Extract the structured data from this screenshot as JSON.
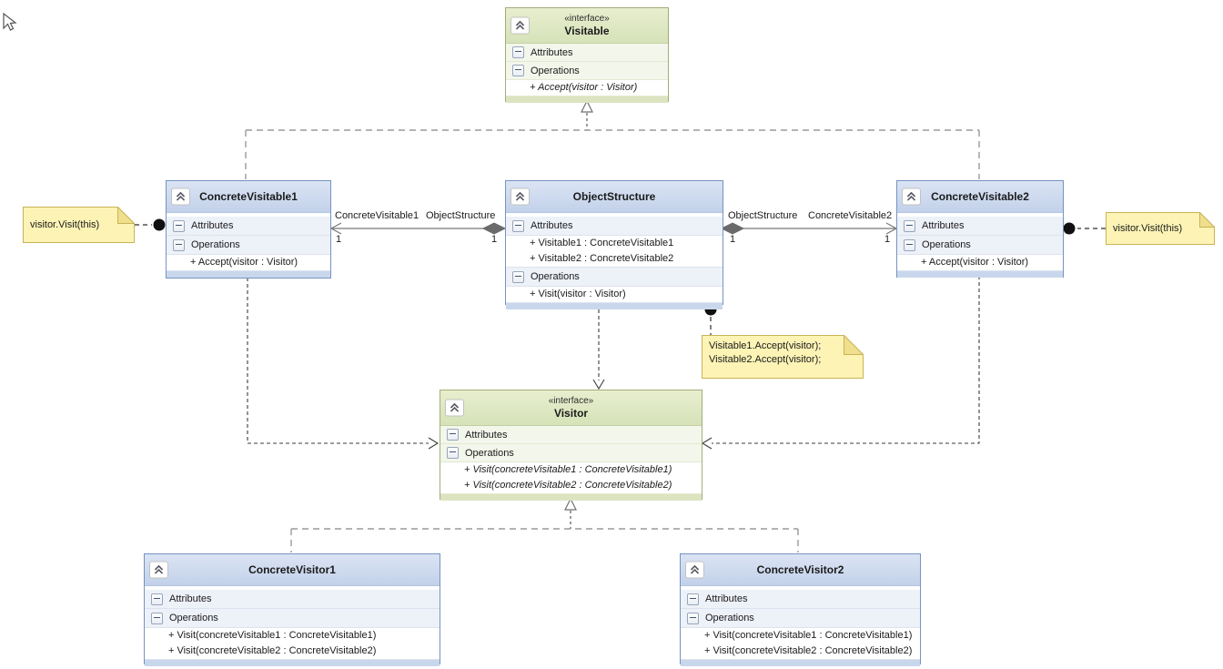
{
  "classes": {
    "visitable": {
      "stereotype": "«interface»",
      "name": "Visitable",
      "attributes_label": "Attributes",
      "operations_label": "Operations",
      "operations": [
        "+ Accept(visitor : Visitor)"
      ]
    },
    "concreteVisitable1": {
      "name": "ConcreteVisitable1",
      "attributes_label": "Attributes",
      "operations_label": "Operations",
      "operations": [
        "+ Accept(visitor : Visitor)"
      ]
    },
    "objectStructure": {
      "name": "ObjectStructure",
      "attributes_label": "Attributes",
      "attributes": [
        "+ Visitable1 : ConcreteVisitable1",
        "+ Visitable2 : ConcreteVisitable2"
      ],
      "operations_label": "Operations",
      "operations": [
        "+ Visit(visitor : Visitor)"
      ]
    },
    "concreteVisitable2": {
      "name": "ConcreteVisitable2",
      "attributes_label": "Attributes",
      "operations_label": "Operations",
      "operations": [
        "+ Accept(visitor : Visitor)"
      ]
    },
    "visitor": {
      "stereotype": "«interface»",
      "name": "Visitor",
      "attributes_label": "Attributes",
      "operations_label": "Operations",
      "operations": [
        "+ Visit(concreteVisitable1 : ConcreteVisitable1)",
        "+ Visit(concreteVisitable2 : ConcreteVisitable2)"
      ]
    },
    "concreteVisitor1": {
      "name": "ConcreteVisitor1",
      "attributes_label": "Attributes",
      "operations_label": "Operations",
      "operations": [
        "+ Visit(concreteVisitable1 : ConcreteVisitable1)",
        "+ Visit(concreteVisitable2 : ConcreteVisitable2)"
      ]
    },
    "concreteVisitor2": {
      "name": "ConcreteVisitor2",
      "attributes_label": "Attributes",
      "operations_label": "Operations",
      "operations": [
        "+ Visit(concreteVisitable1 : ConcreteVisitable1)",
        "+ Visit(concreteVisitable2 : ConcreteVisitable2)"
      ]
    }
  },
  "notes": {
    "left": {
      "text": "visitor.Visit(this)"
    },
    "right": {
      "text": "visitor.Visit(this)"
    },
    "middle": {
      "line1": "Visitable1.Accept(visitor);",
      "line2": "Visitable2.Accept(visitor);"
    }
  },
  "associations": {
    "left": {
      "role_left": "ConcreteVisitable1",
      "role_right": "ObjectStructure",
      "mult_left": "1",
      "mult_right": "1"
    },
    "right": {
      "role_left": "ObjectStructure",
      "role_right": "ConcreteVisitable2",
      "mult_left": "1",
      "mult_right": "1"
    }
  },
  "icons": {
    "collapse": "chevrons-up-icon",
    "section": "minus-box-icon"
  },
  "colors": {
    "class_border": "#7593C1",
    "class_header": "#c9d7ed",
    "interface_border": "#A3AD79",
    "interface_header": "#d6e2b8",
    "note_fill": "#FCF3B5",
    "note_border": "#C9B455"
  }
}
